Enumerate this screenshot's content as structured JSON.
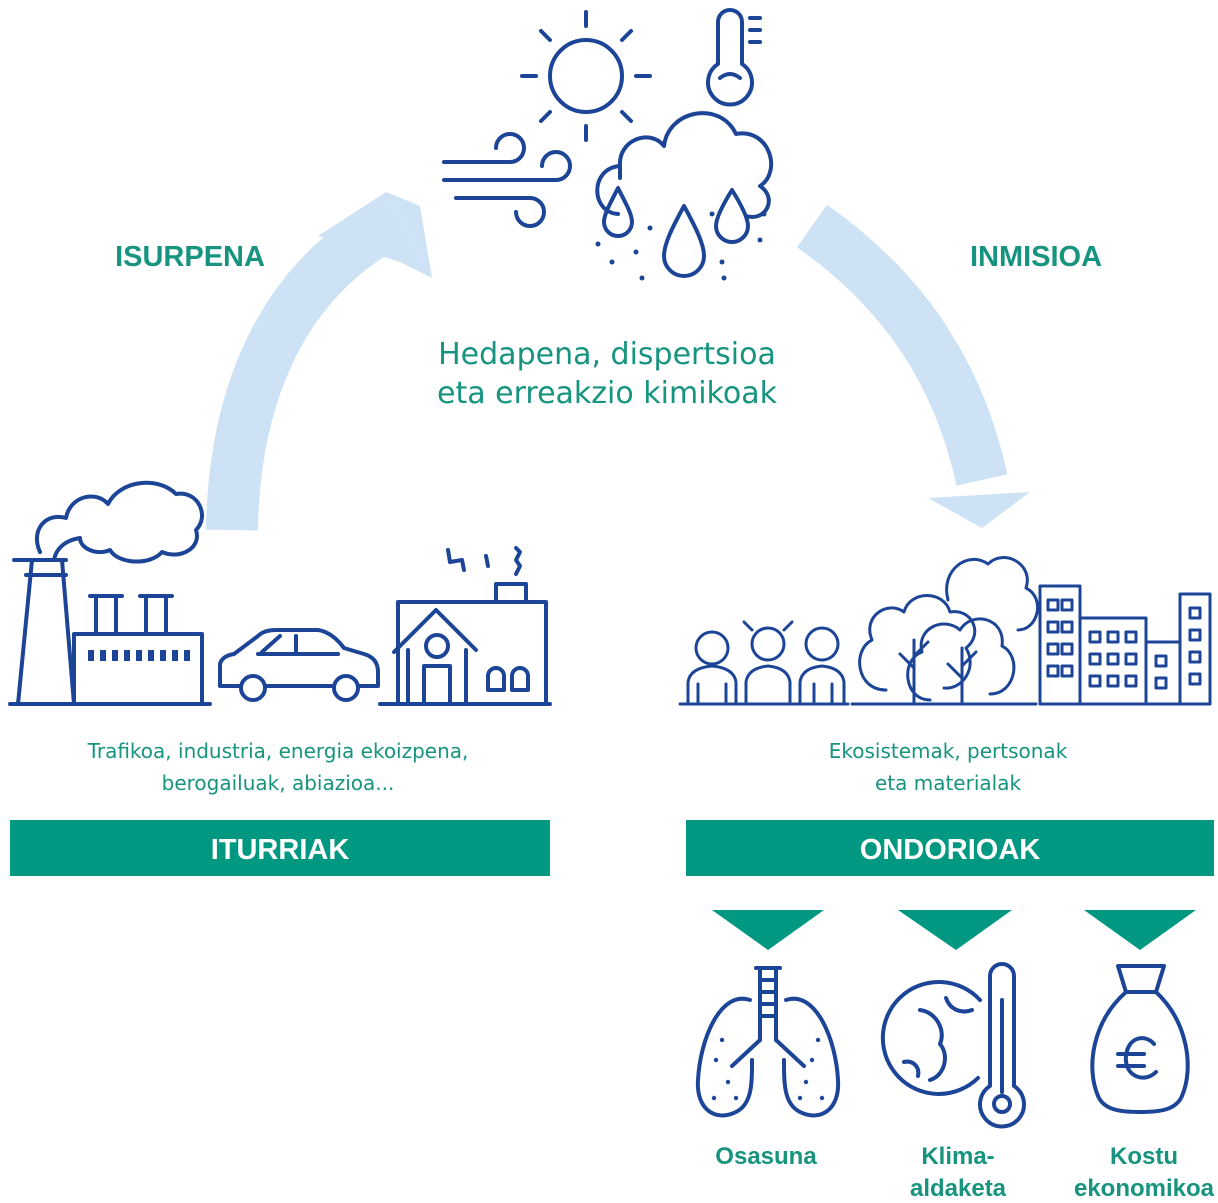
{
  "labels": {
    "emission": "ISURPENA",
    "immission": "INMISIOA",
    "process_line1": "Hedapena, dispertsioa",
    "process_line2": "eta erreakzio kimikoak",
    "sources_line1": "Trafikoa, industria, energia ekoizpena,",
    "sources_line2": "berogailuak, abiazioa...",
    "receptors_line1": "Ekosistemak, pertsonak",
    "receptors_line2": "eta materialak",
    "sources_bar": "ITURRIAK",
    "effects_bar": "ONDORIOAK"
  },
  "effects": [
    {
      "line1": "Osasuna",
      "line2": "",
      "icon": "lungs-icon"
    },
    {
      "line1": "Klima-",
      "line2": "aldaketa",
      "icon": "globe-thermometer-icon"
    },
    {
      "line1": "Kostu",
      "line2": "ekonomikoa",
      "icon": "money-bag-icon"
    }
  ],
  "icons": {
    "weather": [
      "sun-icon",
      "thermometer-icon",
      "wind-icon",
      "rain-cloud-icon"
    ],
    "sources": [
      "factory-icon",
      "car-icon",
      "house-icon"
    ],
    "receptors": [
      "people-icon",
      "trees-icon",
      "buildings-icon"
    ]
  },
  "colors": {
    "teal": "#17947f",
    "bar": "#009880",
    "icon_blue": "#1c4597",
    "arrow_light": "#cde2f5"
  }
}
